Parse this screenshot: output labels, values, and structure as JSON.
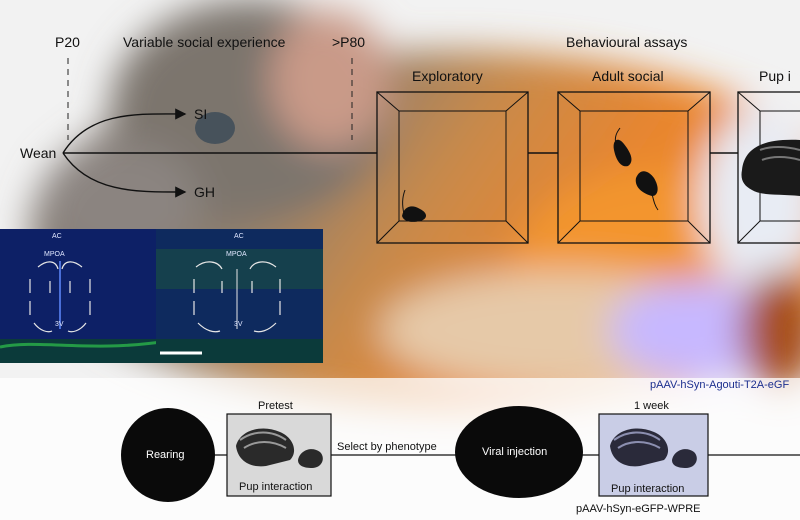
{
  "timeline": {
    "p20": "P20",
    "variable": "Variable social experience",
    "p80": ">P80",
    "wean": "Wean",
    "si": "SI",
    "gh": "GH"
  },
  "assays": {
    "title": "Behavioural assays",
    "exploratory": "Exploratory",
    "adult_social": "Adult social",
    "pup_partial": "Pup i"
  },
  "micrographs": {
    "ac": "AC",
    "mpoa": "MPOA",
    "v3": "3V"
  },
  "bottom": {
    "rearing": "Rearing",
    "pretest": "Pretest",
    "pup_interaction": "Pup interaction",
    "select": "Select by phenotype",
    "viral": "Viral injection",
    "one_week": "1 week",
    "pup_interaction_2": "Pup interaction",
    "egfp": "pAAV-hSyn-eGFP-WPRE",
    "agouti": "pAAV-hSyn-Agouti-T2A-eGF"
  },
  "colors": {
    "mouse_fur": "#e07a2a",
    "mouse_grey": "#8a8078",
    "micro_bg": "#0b1e5a",
    "agouti_text": "#1c2f8f"
  }
}
